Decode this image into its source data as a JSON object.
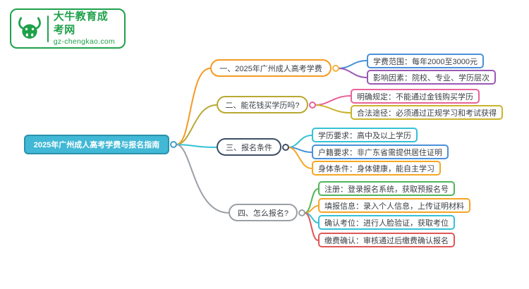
{
  "logo": {
    "title": "大牛教育成考网",
    "subtitle": "gz-chengkao.com",
    "brand_color": "#1fa14b"
  },
  "root": {
    "label": "2025年广州成人高考学费与报名指南",
    "fill": "#41b8d5",
    "border": "#2a92ab",
    "text_color": "#ffffff",
    "connector_color": "#3a9fd0"
  },
  "branches": [
    {
      "label": "一、2025年广州成人高考学费",
      "line_color": "#f59a23",
      "border_color": "#f59a23",
      "circle_color": "#f5b43c",
      "children": [
        {
          "label": "学费范围：每年2000至3000元",
          "color": "#4a90d9"
        },
        {
          "label": "影响因素：院校、专业、学历层次",
          "color": "#9b59b6"
        }
      ]
    },
    {
      "label": "二、能花钱买学历吗?",
      "line_color": "#b8a832",
      "border_color": "#b8a832",
      "circle_color": "#e8639a",
      "children": [
        {
          "label": "明确规定：不能通过金钱购买学历",
          "color": "#e8639a"
        },
        {
          "label": "合法途径：必须通过正规学习和考试获得",
          "color": "#c9b42e"
        }
      ]
    },
    {
      "label": "三、报名条件",
      "line_color": "#35c1d6",
      "border_color": "#3f4e66",
      "circle_color": "#3f4e66",
      "children": [
        {
          "label": "学历要求：高中及以上学历",
          "color": "#35c1d6"
        },
        {
          "label": "户籍要求：非广东省需提供居住证明",
          "color": "#4a90d9"
        },
        {
          "label": "身体条件：身体健康，能自主学习",
          "color": "#f5a623"
        }
      ]
    },
    {
      "label": "四、怎么报名?",
      "line_color": "#9aa0a6",
      "border_color": "#9aa0a6",
      "circle_color": "#9aa0a6",
      "children": [
        {
          "label": "注册：登录报名系统，获取预报名号",
          "color": "#52b55a"
        },
        {
          "label": "填报信息：录入个人信息，上传证明材料",
          "color": "#f5a623"
        },
        {
          "label": "确认考位：进行人脸验证，获取考位",
          "color": "#35c1d6"
        },
        {
          "label": "缴费确认：审核通过后缴费确认报名",
          "color": "#e05656"
        }
      ]
    }
  ]
}
